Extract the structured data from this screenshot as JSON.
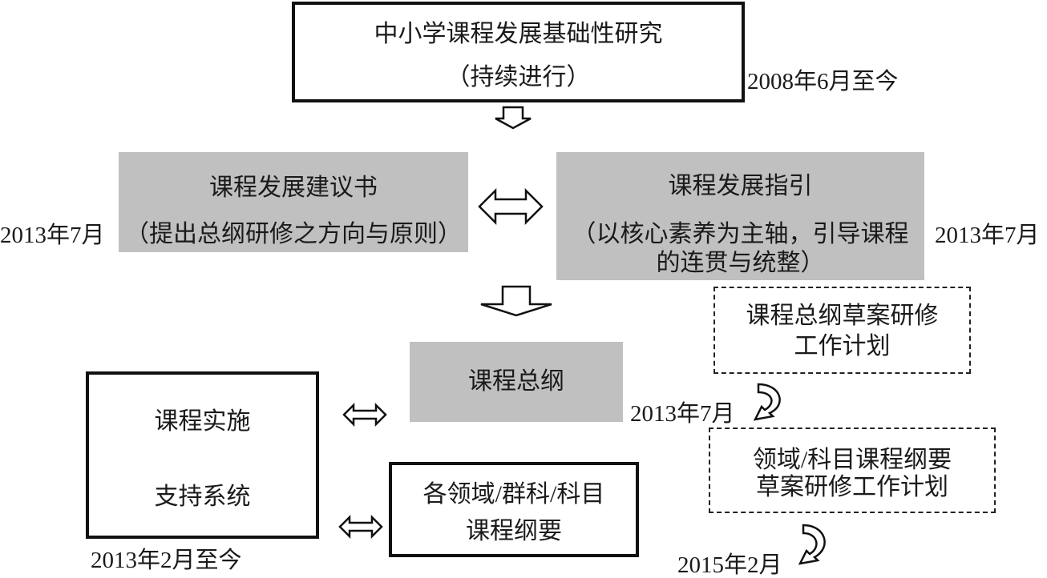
{
  "top": {
    "title": "中小学课程发展基础性研究",
    "subtitle": "（持续进行）",
    "date": "2008年6月至今"
  },
  "proposal": {
    "title": "课程发展建议书",
    "subtitle": "（提出总纲研修之方向与原则）",
    "date": "2013年7月"
  },
  "guideline": {
    "title": "课程发展指引",
    "line1": "（以核心素养为主轴，引导课程",
    "line2": "的连贯与统整）",
    "date": "2013年7月"
  },
  "general_plan": {
    "line1": "课程总纲草案研修",
    "line2": "工作计划"
  },
  "general": {
    "title": "课程总纲",
    "date": "2013年7月"
  },
  "domain_plan": {
    "line1": "领域/科目课程纲要",
    "line2": "草案研修工作计划",
    "date": "2015年2月"
  },
  "support": {
    "line1": "课程实施",
    "line2": "支持系统",
    "date": "2013年2月至今"
  },
  "outlines": {
    "line1": "各领域/群科/科目",
    "line2": "课程纲要"
  }
}
